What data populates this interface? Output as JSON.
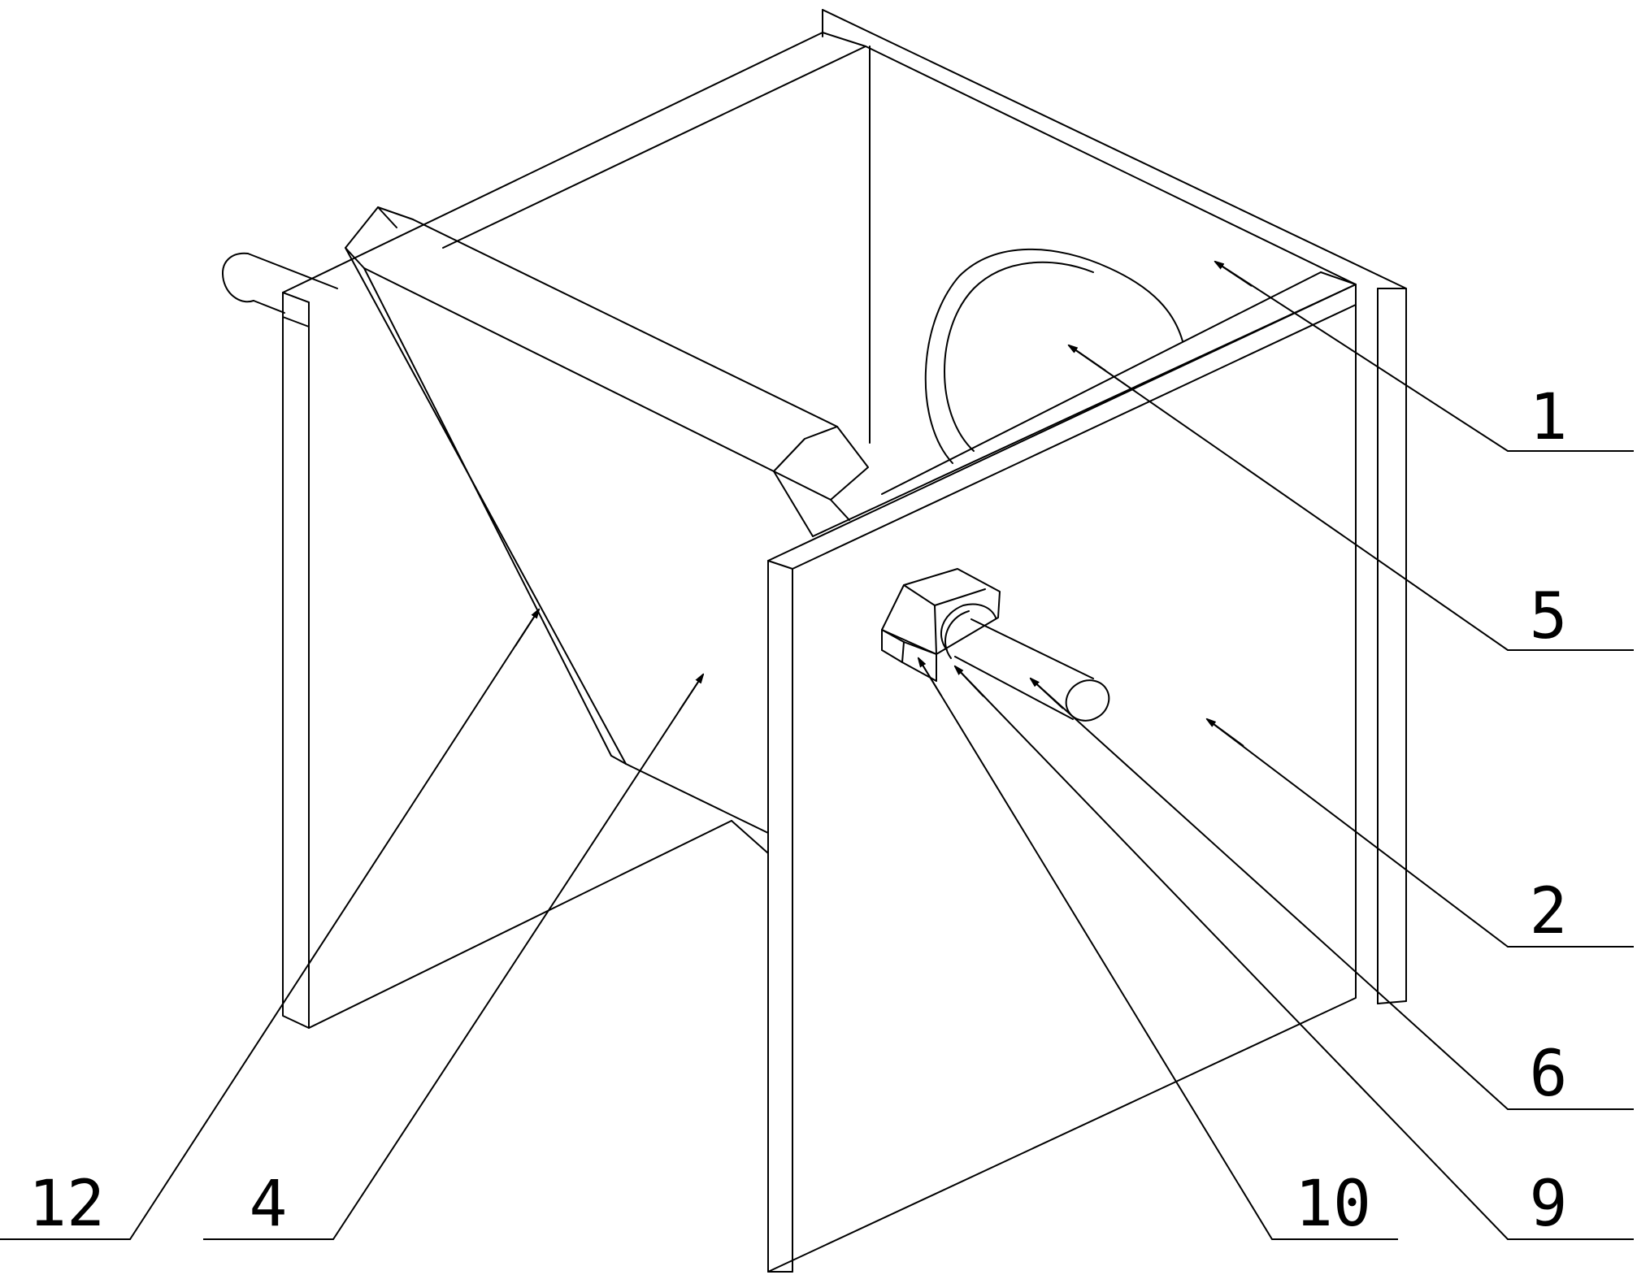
{
  "callouts": [
    {
      "id": "1",
      "label": "1"
    },
    {
      "id": "5",
      "label": "5"
    },
    {
      "id": "2",
      "label": "2"
    },
    {
      "id": "6",
      "label": "6"
    },
    {
      "id": "9",
      "label": "9"
    },
    {
      "id": "10",
      "label": "10"
    },
    {
      "id": "4",
      "label": "4"
    },
    {
      "id": "12",
      "label": "12"
    }
  ]
}
